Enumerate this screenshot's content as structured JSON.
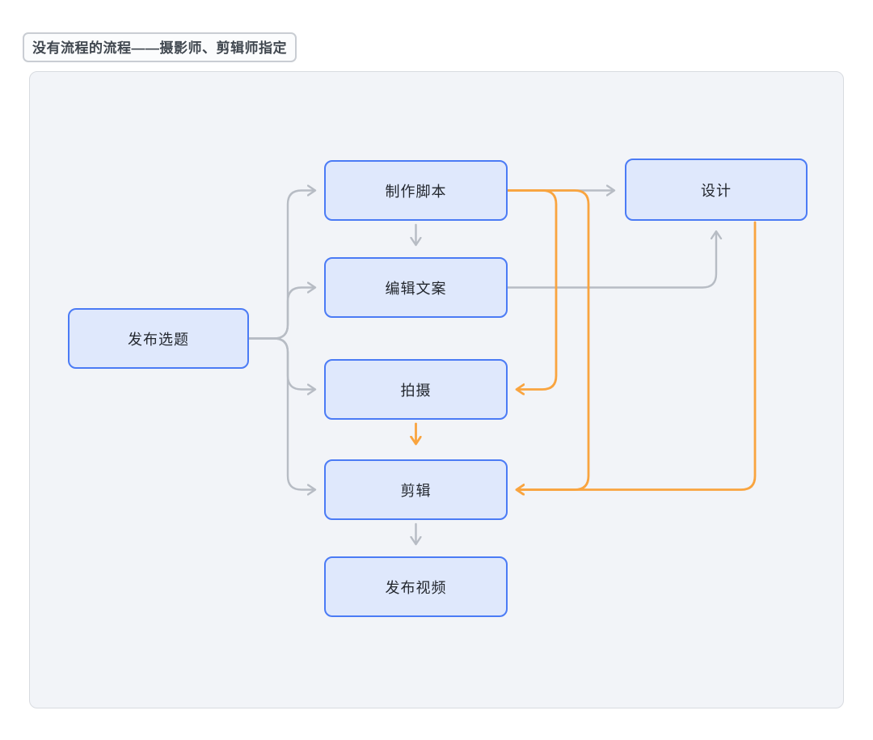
{
  "title": {
    "label": "没有流程的流程——摄影师、剪辑师指定"
  },
  "colors": {
    "node_border": "#4b7bf5",
    "node_fill": "#dfe8fc",
    "canvas_bg": "#f2f4f8",
    "edge_gray": "#b7bcc4",
    "edge_orange": "#f9a43f"
  },
  "diagram": {
    "nodes": [
      {
        "id": "publish-topic",
        "label": "发布选题"
      },
      {
        "id": "make-script",
        "label": "制作脚本"
      },
      {
        "id": "edit-copy",
        "label": "编辑文案"
      },
      {
        "id": "shoot",
        "label": "拍摄"
      },
      {
        "id": "cut",
        "label": "剪辑"
      },
      {
        "id": "publish-video",
        "label": "发布视频"
      },
      {
        "id": "design",
        "label": "设计"
      }
    ],
    "edges": [
      {
        "from": "发布选题",
        "to": "制作脚本",
        "color": "gray"
      },
      {
        "from": "发布选题",
        "to": "编辑文案",
        "color": "gray"
      },
      {
        "from": "发布选题",
        "to": "拍摄",
        "color": "gray"
      },
      {
        "from": "发布选题",
        "to": "剪辑",
        "color": "gray"
      },
      {
        "from": "制作脚本",
        "to": "编辑文案",
        "color": "gray"
      },
      {
        "from": "制作脚本",
        "to": "设计",
        "color": "gray"
      },
      {
        "from": "编辑文案",
        "to": "设计",
        "color": "gray"
      },
      {
        "from": "剪辑",
        "to": "发布视频",
        "color": "gray"
      },
      {
        "from": "制作脚本",
        "to": "拍摄",
        "color": "orange"
      },
      {
        "from": "制作脚本",
        "to": "剪辑",
        "color": "orange"
      },
      {
        "from": "拍摄",
        "to": "剪辑",
        "color": "orange"
      },
      {
        "from": "设计",
        "to": "剪辑",
        "color": "orange"
      }
    ]
  }
}
